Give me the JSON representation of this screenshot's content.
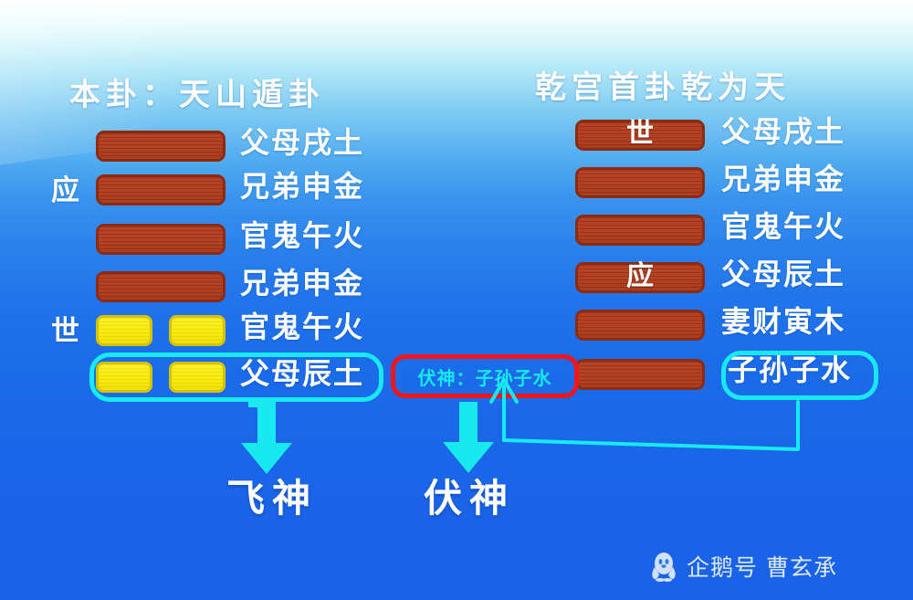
{
  "page": {
    "bg_top_color": "#ffffff",
    "bg_bottom_color": "#1a62e7",
    "yang_color": "#ae3818",
    "yin_color": "#f8e800",
    "highlight_color": "#18e8f0",
    "alert_color": "#f2161a"
  },
  "left_panel": {
    "title": "本卦：天山遁卦",
    "lines": [
      {
        "type": "yang",
        "label": "父母戌土",
        "side_mark": "",
        "bar_mark": ""
      },
      {
        "type": "yang",
        "label": "兄弟申金",
        "side_mark": "应",
        "bar_mark": ""
      },
      {
        "type": "yang",
        "label": "官鬼午火",
        "side_mark": "",
        "bar_mark": ""
      },
      {
        "type": "yang",
        "label": "兄弟申金",
        "side_mark": "",
        "bar_mark": ""
      },
      {
        "type": "yin",
        "label": "官鬼午火",
        "side_mark": "世",
        "bar_mark": ""
      },
      {
        "type": "yin",
        "label": "父母辰土",
        "side_mark": "",
        "bar_mark": ""
      }
    ],
    "highlighted_line_index": 5
  },
  "right_panel": {
    "title": "乾宫首卦乾为天",
    "lines": [
      {
        "type": "yang",
        "label": "父母戌土",
        "side_mark": "",
        "bar_mark": "世"
      },
      {
        "type": "yang",
        "label": "兄弟申金",
        "side_mark": "",
        "bar_mark": ""
      },
      {
        "type": "yang",
        "label": "官鬼午火",
        "side_mark": "",
        "bar_mark": ""
      },
      {
        "type": "yang",
        "label": "父母辰土",
        "side_mark": "",
        "bar_mark": "应"
      },
      {
        "type": "yang",
        "label": "妻财寅木",
        "side_mark": "",
        "bar_mark": ""
      },
      {
        "type": "yang",
        "label": "子孙子水",
        "side_mark": "",
        "bar_mark": ""
      }
    ],
    "highlighted_line_index": 5
  },
  "callout": {
    "text": "伏神：子孙子水"
  },
  "footer": {
    "left_label": "飞神",
    "right_label": "伏神"
  },
  "watermark": {
    "icon": "penguin-icon",
    "text": "企鹅号 曹玄承"
  }
}
